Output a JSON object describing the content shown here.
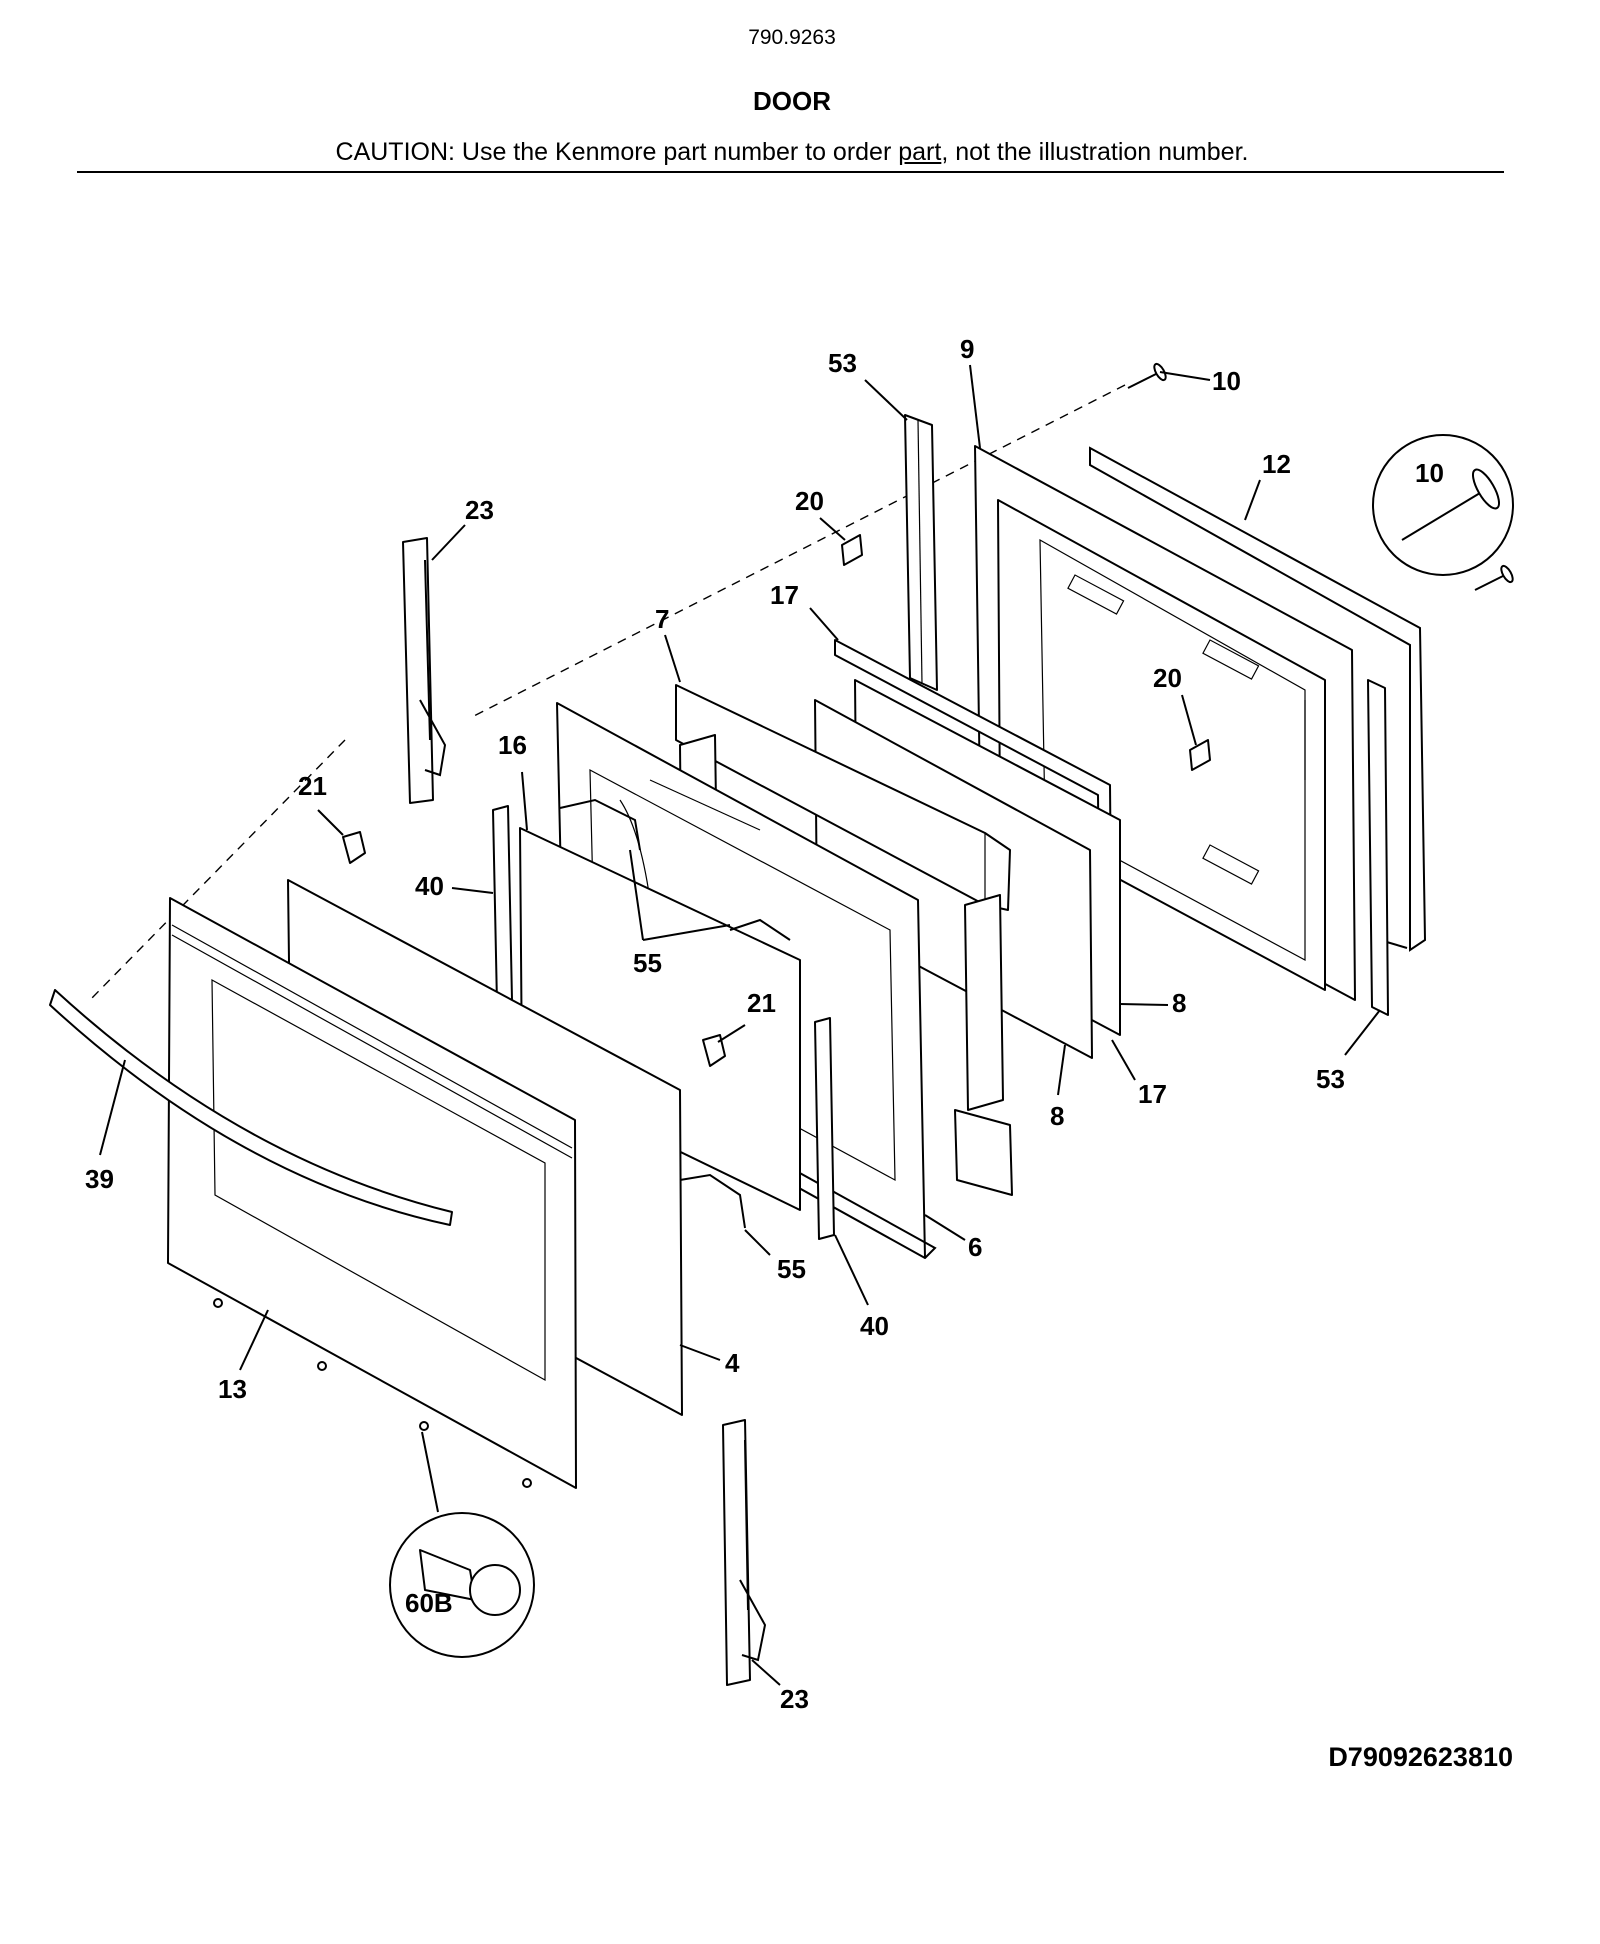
{
  "header": {
    "model": "790.9263",
    "title": "DOOR",
    "caution_prefix": "CAUTION: Use the Kenmore part number to order ",
    "caution_link": "part",
    "caution_suffix": ", not the illustration number."
  },
  "callouts": {
    "c53a": "53",
    "c9": "9",
    "c10a": "10",
    "c10b": "10",
    "c12": "12",
    "c23a": "23",
    "c20a": "20",
    "c17a": "17",
    "c7": "7",
    "c20b": "20",
    "c21a": "21",
    "c16": "16",
    "c40a": "40",
    "c55a": "55",
    "c21b": "21",
    "c8a": "8",
    "c8b": "8",
    "c17b": "17",
    "c53b": "53",
    "c39": "39",
    "c6": "6",
    "c55b": "55",
    "c40b": "40",
    "c4": "4",
    "c13": "13",
    "c60b": "60B",
    "c23b": "23"
  },
  "document_id": "D79092623810"
}
